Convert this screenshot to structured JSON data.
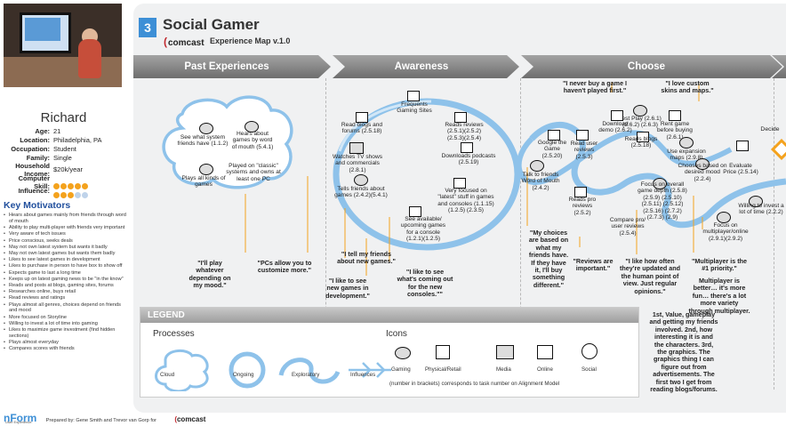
{
  "persona": {
    "name": "Richard",
    "details": [
      {
        "label": "Age:",
        "value": "21"
      },
      {
        "label": "Location:",
        "value": "Philadelphia, PA"
      },
      {
        "label": "Occupation:",
        "value": "Student"
      },
      {
        "label": "Family:",
        "value": "Single"
      },
      {
        "label": "Household Income:",
        "value": "$20k/year"
      }
    ],
    "computer_skill_label": "Computer Skill:",
    "computer_skill": 5,
    "influence_label": "Influence:",
    "influence": 3,
    "rating_max": 5,
    "colors": {
      "rating_on": "#f4a21d",
      "rating_off": "#bfd3ea"
    }
  },
  "key_motivators": {
    "heading": "Key Motivators",
    "items": [
      "Hears about games mainly from friends through word of mouth",
      "Ability to play multi-player with friends very important",
      "Very aware of tech issues",
      "Price conscious, seeks deals",
      "May not own latest system but wants it badly",
      "May not own latest games but wants them badly",
      "Likes to see latest games in development",
      "Likes to purchase in person to have box to show off",
      "Expects game to last a long time",
      "Keeps up on latest gaming news to be \"in the know\"",
      "Reads and posts at blogs, gaming sites, forums",
      "Researches online, buys retail",
      "Read reviews and ratings",
      "Plays almost all genres, choices depend on friends and mood",
      "More focused on Storyline",
      "Willing to invest a lot of time into gaming",
      "Likes to maximize game investment (find hidden sections)",
      "Plays almost everyday",
      "Compares scores with friends"
    ]
  },
  "header": {
    "number": "3",
    "title": "Social Gamer",
    "brand": "comcast",
    "subtitle": "Experience Map v.1.0"
  },
  "phases": [
    "Past Experiences",
    "Awareness",
    "Choose"
  ],
  "past": {
    "items": [
      "See what system friends have (1.1.2)",
      "Hears about games by word of mouth (5.4.1)",
      "Plays all kinds of games",
      "Played on \"classic\" systems and owns at least one PC"
    ],
    "quotes": [
      "\"I'll play whatever depending on my mood.\"",
      "\"PCs allow you to customize more.\""
    ]
  },
  "awareness": {
    "items": [
      "Read blogs and forums (2.5.18)",
      "Frequents Gaming Sites",
      "Reads reviews (2.5.1)(2.5.2) (2.5.3)(2.5.4)",
      "Watches TV shows and commercials (2.8.1)",
      "Downloads podcasts (2.5.19)",
      "Tells friends about games (2.4.2)(5.4.1)",
      "Very focused on \"latest\" stuff in games and consoles (1.1.15)(1.2.5) (2.3.5)",
      "See available/ upcoming games for a console (1.2.1)(1.2.5)"
    ],
    "quotes": [
      "\"I tell my friends about new games.\"",
      "\"I like to see new games in development.\"",
      "\"I like to see what's coming out for the new consoles.\"\""
    ]
  },
  "choose": {
    "items": [
      "Test Play (2.6.1)(2.6.2) (2.6.3)",
      "Download demo (2.6.2)",
      "Rent game before buying (2.6.1)",
      "Google the Game (2.5.20)",
      "Read user reviews (2.5.3)",
      "Talk to friends Word of Mouth (2.4.2)",
      "Reads blogs (2.5.18)",
      "Use expansion maps (2.9.8)",
      "Chooses based on desired mood (2.2.4)",
      "Evaluate Price (2.5.14)",
      "Reads pro reviews (2.5.2)",
      "Focus on overall game depth (2.5.8)(2.5.9) (2.5.10)(2.5.11) (2.5.12)(2.5.16) (2.7.2)(2.7.3) (2.9)",
      "Compare pro/ user reviews (2.5.4)",
      "Focus on multiplayer/online (2.9.1)(2.9.2)",
      "Willing to invest a lot of time (2.2.2)",
      "Decide"
    ],
    "quotes": [
      "\"I never buy a game I haven't played first.\"",
      "\"I love custom skins and maps.\"",
      "\"My choices are based on what my friends have. If they have it, I'll buy something different.\"",
      "\"Reviews are important.\"",
      "\"I like how often they're updated and the human point of view. Just regular opinions.\"",
      "\"Multiplayer is the #1 priority.\"",
      "Multiplayer is better… it's more fun… there's a lot more variety through multiplayer.",
      "1st, Value, gameplay and getting my friends involved. 2nd, how interesting it is and the characters. 3rd, the graphics. The graphics thing I can figure out from advertisements. The first two I get from reading blogs/forums."
    ]
  },
  "legend": {
    "title": "LEGEND",
    "processes_title": "Processes",
    "processes": [
      "Cloud",
      "Ongoing",
      "Exploratory",
      "Influences"
    ],
    "icons_title": "Icons",
    "icons": [
      "Gaming",
      "Physical/Retail",
      "Media",
      "Online",
      "Social"
    ],
    "note": "(number in brackets) corresponds to task number on Alignment Model"
  },
  "footer": {
    "logo": "nForm",
    "logo_sub": "User Experience",
    "credit": "Prepared by: Gene Smith and Trevor van Gorp for",
    "brand": "comcast"
  },
  "colors": {
    "accent": "#3d8fd6",
    "flow": "#8ec2ea",
    "arrow": "#f4a21d",
    "decide": "#f4a21d"
  }
}
